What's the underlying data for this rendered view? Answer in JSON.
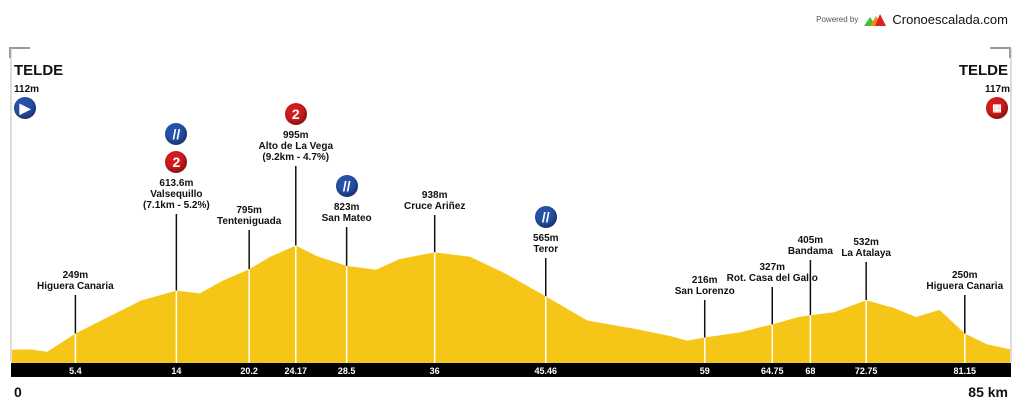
{
  "brand": {
    "powered_by": "Powered by",
    "name": "Cronoescalada.com"
  },
  "start": {
    "name": "TELDE",
    "elevation": "112m",
    "icon": "play-icon"
  },
  "finish": {
    "name": "TELDE",
    "elevation": "117m",
    "icon": "checkered-flag-icon"
  },
  "colors": {
    "profile": "#f5c518",
    "shadow": "#9a7a10",
    "bar": "#000000",
    "blue_icon": "#2750a8",
    "red_icon": "#d01c1c"
  },
  "chart_data": {
    "type": "area",
    "title": "",
    "xlabel": "km",
    "ylabel": "m",
    "xlim": [
      0,
      85
    ],
    "start_label": "0",
    "end_label": "85 km",
    "profile": [
      [
        0,
        112
      ],
      [
        1.5,
        115
      ],
      [
        3,
        95
      ],
      [
        5.4,
        249
      ],
      [
        8,
        380
      ],
      [
        11,
        530
      ],
      [
        14,
        613.6
      ],
      [
        16,
        590
      ],
      [
        18,
        700
      ],
      [
        20.2,
        795
      ],
      [
        22,
        900
      ],
      [
        24.17,
        995
      ],
      [
        26,
        905
      ],
      [
        28.5,
        823
      ],
      [
        31,
        790
      ],
      [
        33,
        880
      ],
      [
        36,
        938
      ],
      [
        39,
        900
      ],
      [
        42,
        760
      ],
      [
        45.46,
        565
      ],
      [
        49,
        360
      ],
      [
        53,
        290
      ],
      [
        56,
        230
      ],
      [
        57.5,
        190
      ],
      [
        59,
        216
      ],
      [
        62,
        260
      ],
      [
        64.75,
        327
      ],
      [
        67,
        390
      ],
      [
        68,
        405
      ],
      [
        70,
        430
      ],
      [
        72.75,
        532
      ],
      [
        75,
        470
      ],
      [
        77,
        390
      ],
      [
        79,
        450
      ],
      [
        81.15,
        250
      ],
      [
        83,
        160
      ],
      [
        85,
        117
      ]
    ],
    "waypoints": [
      {
        "km": "5.4",
        "x": 5.4,
        "elevation": "249m",
        "name": "Higuera Canaria",
        "extra": "",
        "icons": []
      },
      {
        "km": "14",
        "x": 14,
        "elevation": "613.6m",
        "name": "Valsequillo",
        "extra": "(7.1km - 5.2%)",
        "icons": [
          "sprint",
          "cat2"
        ]
      },
      {
        "km": "20.2",
        "x": 20.2,
        "elevation": "795m",
        "name": "Tenteniguada",
        "extra": "",
        "icons": []
      },
      {
        "km": "24.17",
        "x": 24.17,
        "elevation": "995m",
        "name": "Alto de La Vega",
        "extra": "(9.2km - 4.7%)",
        "icons": [
          "cat2"
        ]
      },
      {
        "km": "28.5",
        "x": 28.5,
        "elevation": "823m",
        "name": "San Mateo",
        "extra": "",
        "icons": [
          "sprint"
        ]
      },
      {
        "km": "36",
        "x": 36,
        "elevation": "938m",
        "name": "Cruce Ariñez",
        "extra": "",
        "icons": []
      },
      {
        "km": "45.46",
        "x": 45.46,
        "elevation": "565m",
        "name": "Teror",
        "extra": "",
        "icons": [
          "sprint"
        ]
      },
      {
        "km": "59",
        "x": 59,
        "elevation": "216m",
        "name": "San Lorenzo",
        "extra": "",
        "icons": []
      },
      {
        "km": "64.75",
        "x": 64.75,
        "elevation": "327m",
        "name": "Rot. Casa del Gallo",
        "extra": "",
        "icons": []
      },
      {
        "km": "68",
        "x": 68,
        "elevation": "405m",
        "name": "Bandama",
        "extra": "",
        "icons": []
      },
      {
        "km": "72.75",
        "x": 72.75,
        "elevation": "532m",
        "name": "La Atalaya",
        "extra": "",
        "icons": []
      },
      {
        "km": "81.15",
        "x": 81.15,
        "elevation": "250m",
        "name": "Higuera Canaria",
        "extra": "",
        "icons": []
      }
    ]
  }
}
